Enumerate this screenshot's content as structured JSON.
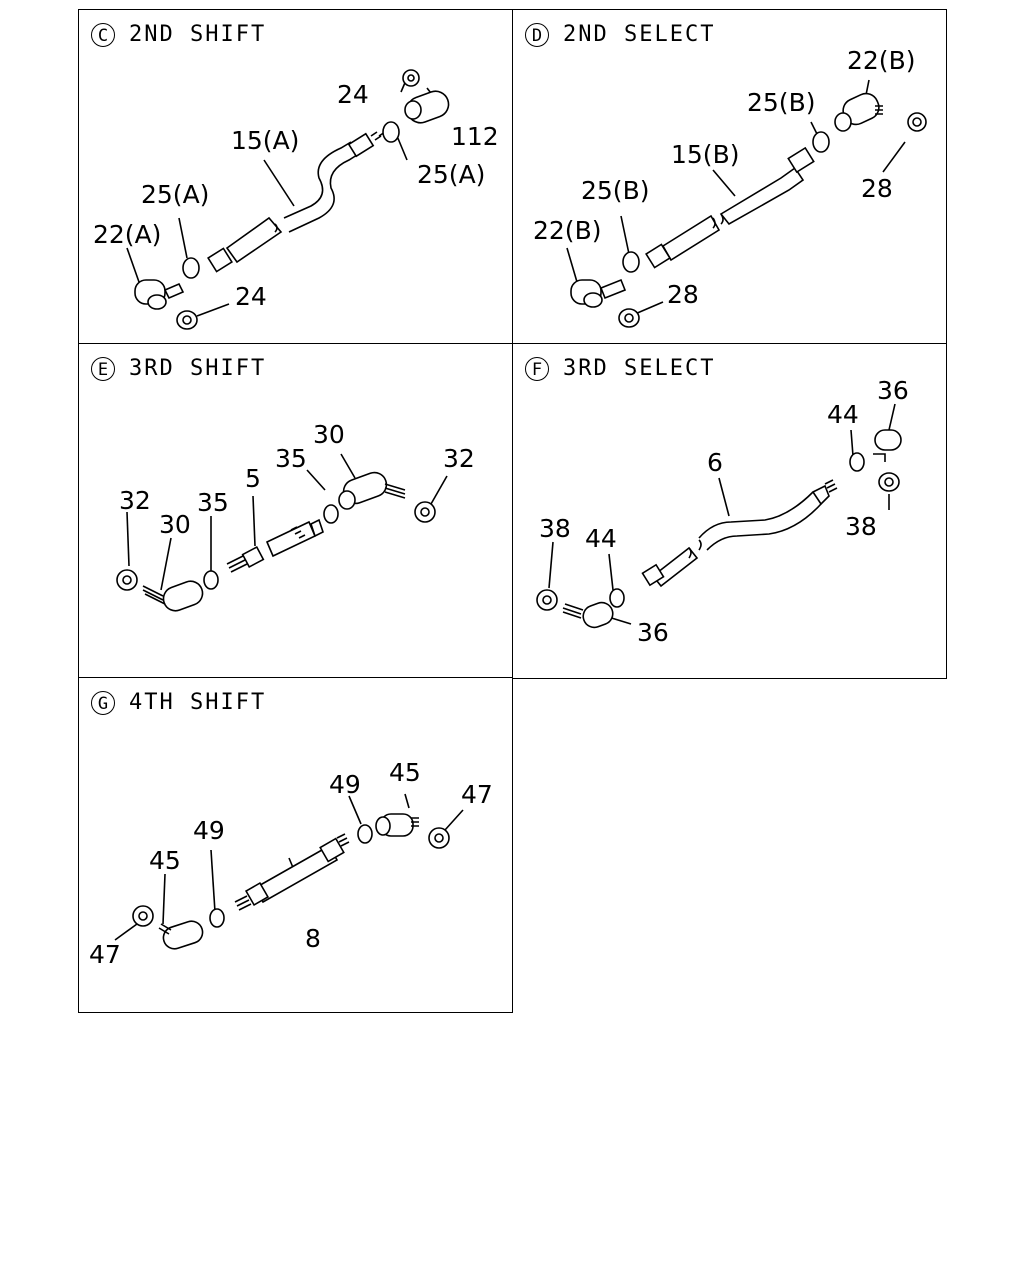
{
  "panels": [
    {
      "letter": "C",
      "title": "2ND SHIFT",
      "labels": [
        "24",
        "112",
        "15(A)",
        "25(A)",
        "25(A)",
        "22(A)",
        "24"
      ]
    },
    {
      "letter": "D",
      "title": "2ND SELECT",
      "labels": [
        "22(B)",
        "25(B)",
        "15(B)",
        "28",
        "25(B)",
        "22(B)",
        "28"
      ]
    },
    {
      "letter": "E",
      "title": "3RD SHIFT",
      "labels": [
        "30",
        "35",
        "32",
        "5",
        "32",
        "30",
        "35"
      ]
    },
    {
      "letter": "F",
      "title": "3RD SELECT",
      "labels": [
        "36",
        "44",
        "6",
        "38",
        "38",
        "44",
        "36"
      ]
    },
    {
      "letter": "G",
      "title": "4TH SHIFT",
      "labels": [
        "45",
        "49",
        "47",
        "49",
        "45",
        "8",
        "47"
      ]
    }
  ]
}
